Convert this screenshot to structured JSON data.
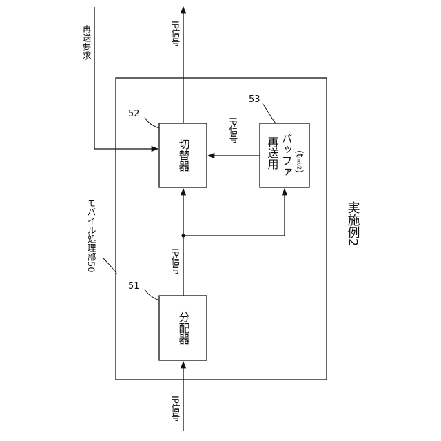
{
  "figure": {
    "caption": "実施例2",
    "unit_label": "モバイル処理部50",
    "unit_ref": "50"
  },
  "blocks": {
    "distributor": {
      "label": "分配器",
      "ref": "51"
    },
    "switch": {
      "label": "切替器",
      "ref": "52"
    },
    "buffer": {
      "label_line1": "再送用",
      "label_line2": "バッファ",
      "label_line3": "(t",
      "label_sub": "mb2",
      "label_close": ")",
      "ref": "53"
    }
  },
  "signals": {
    "input": "IP信号",
    "mid": "IP信号",
    "buffer_out": "IP信号",
    "output": "IP信号",
    "retransmit_request": "再送要求"
  },
  "colors": {
    "line": "#111111",
    "background": "#ffffff"
  }
}
